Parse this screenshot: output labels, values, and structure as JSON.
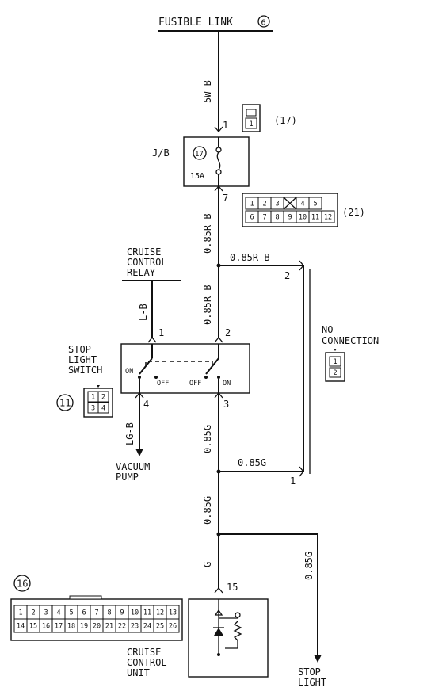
{
  "title": "FUSIBLE LINK",
  "title_num": "6",
  "wires": {
    "top": "5W-B",
    "jb_out": "0.85R-B",
    "to_switch": "0.85R-B",
    "branch_top": "0.85R-B",
    "relay": "L-B",
    "switch_out_left": "LG-B",
    "switch_out_right": "0.85G",
    "branch_bottom": "0.85G",
    "mid": "0.85G",
    "to_ccu": "G",
    "stop_light": "0.85G"
  },
  "pins": {
    "jb_in": "1",
    "jb_out": "7",
    "sw_in_left": "1",
    "sw_in_right": "2",
    "sw_out_left": "4",
    "sw_out_right": "3",
    "nc_top": "2",
    "nc_bottom": "1",
    "ccu": "15"
  },
  "connectors": {
    "c17": {
      "tag": "(17)",
      "cells": [
        "1"
      ]
    },
    "c21": {
      "tag": "(21)",
      "row1": [
        "1",
        "2",
        "3",
        "",
        "4",
        "5"
      ],
      "row2": [
        "6",
        "7",
        "8",
        "9",
        "10",
        "11",
        "12"
      ]
    },
    "c11": {
      "tag": "11",
      "cells": [
        "1",
        "2",
        "3",
        "4"
      ]
    },
    "c16": {
      "tag": "16",
      "row1": [
        "1",
        "2",
        "3",
        "4",
        "5",
        "6",
        "7",
        "8",
        "9",
        "10",
        "11",
        "12",
        "13"
      ],
      "row2": [
        "14",
        "15",
        "16",
        "17",
        "18",
        "19",
        "20",
        "21",
        "22",
        "23",
        "24",
        "25",
        "26"
      ]
    },
    "nc": {
      "cells": [
        "1",
        "2"
      ]
    }
  },
  "jb": {
    "label": "J/B",
    "fuse_num": "17",
    "fuse_amp": "15A"
  },
  "relay": {
    "line1": "CRUISE",
    "line2": "CONTROL",
    "line3": "RELAY"
  },
  "stop_switch": {
    "line1": "STOP",
    "line2": "LIGHT",
    "line3": "SWITCH",
    "pos_left": "ON",
    "pos_off_left": "OFF",
    "pos_off_right": "OFF",
    "pos_right": "ON"
  },
  "no_connection": {
    "line1": "NO",
    "line2": "CONNECTION"
  },
  "vacuum": {
    "line1": "VACUUM",
    "line2": "PUMP"
  },
  "ccu": {
    "line1": "CRUISE",
    "line2": "CONTROL",
    "line3": "UNIT"
  },
  "stop_light": {
    "line1": "STOP",
    "line2": "LIGHT"
  }
}
